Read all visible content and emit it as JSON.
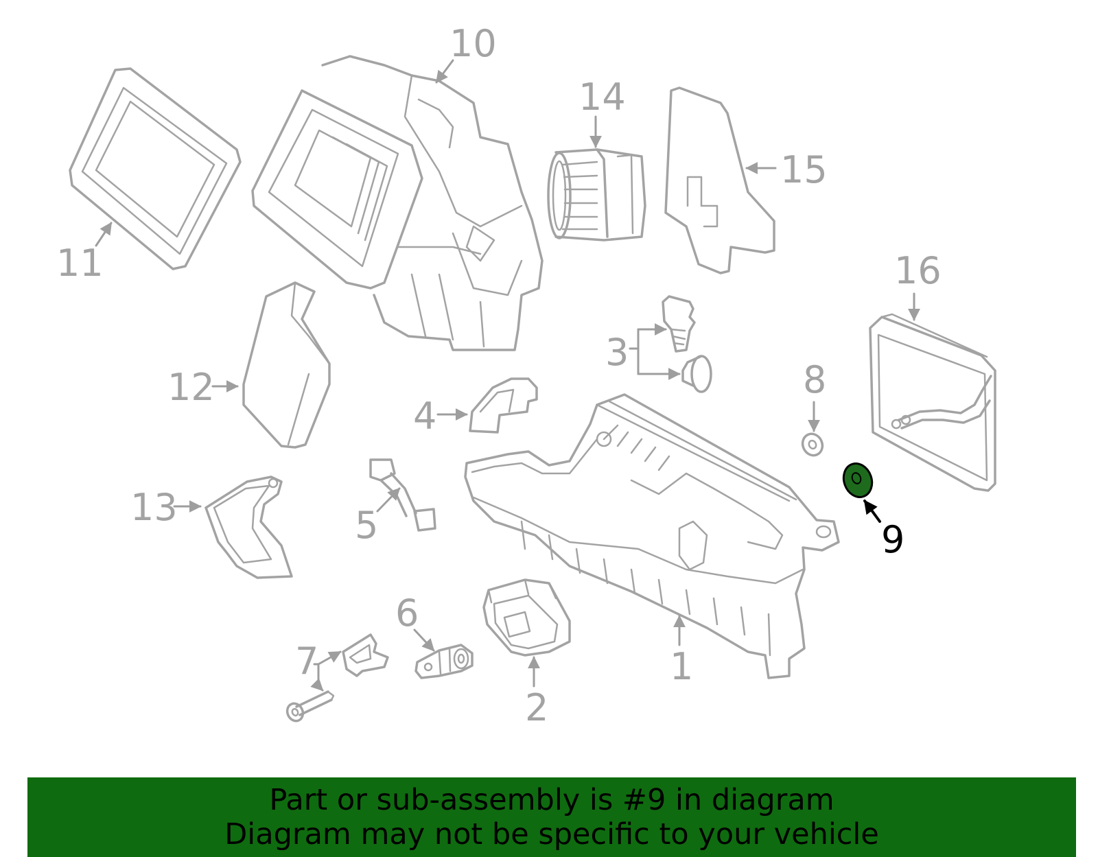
{
  "diagram": {
    "callouts": [
      "1",
      "2",
      "3",
      "4",
      "5",
      "6",
      "7",
      "8",
      "9",
      "10",
      "11",
      "12",
      "13",
      "14",
      "15",
      "16"
    ],
    "highlighted_part": "9",
    "colors": {
      "part_stroke": "#a3a3a3",
      "highlight_fill": "#1e6b1e",
      "highlight_text": "#000000",
      "banner_background": "#0f6b0f"
    }
  },
  "banner": {
    "line1": "Part or sub-assembly is #9 in diagram",
    "line2": "Diagram may not be specific to your vehicle"
  }
}
